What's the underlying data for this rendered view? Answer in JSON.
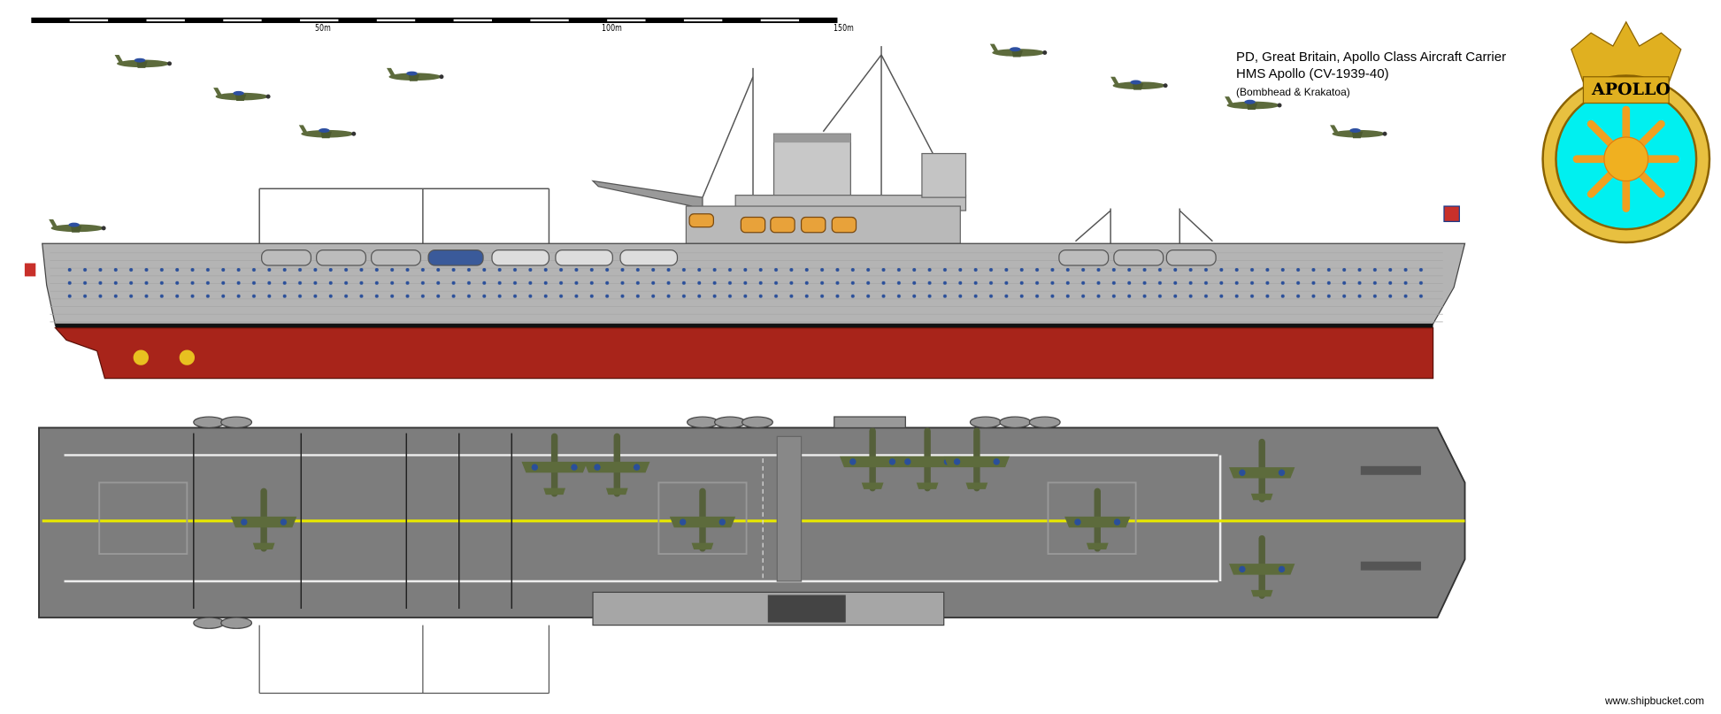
{
  "header": {
    "line1": "PD, Great Britain, Apollo Class Aircraft Carrier",
    "line2": "HMS Apollo (CV-1939-40)",
    "credits": "(Bombhead & Krakatoa)"
  },
  "scale_bar": {
    "labels": [
      "50m",
      "100m",
      "150m"
    ],
    "max_m": 150
  },
  "crest": {
    "name": "APOLLO"
  },
  "watermark": "www.shipbucket.com",
  "colors": {
    "hull_grey": "#b4b4b4",
    "antifouling_red": "#a8241a",
    "deck_grey": "#7d7d7d",
    "centerline_yellow": "#e8e800",
    "crest_cyan": "#00f0f0",
    "crest_gold": "#e0b020"
  }
}
